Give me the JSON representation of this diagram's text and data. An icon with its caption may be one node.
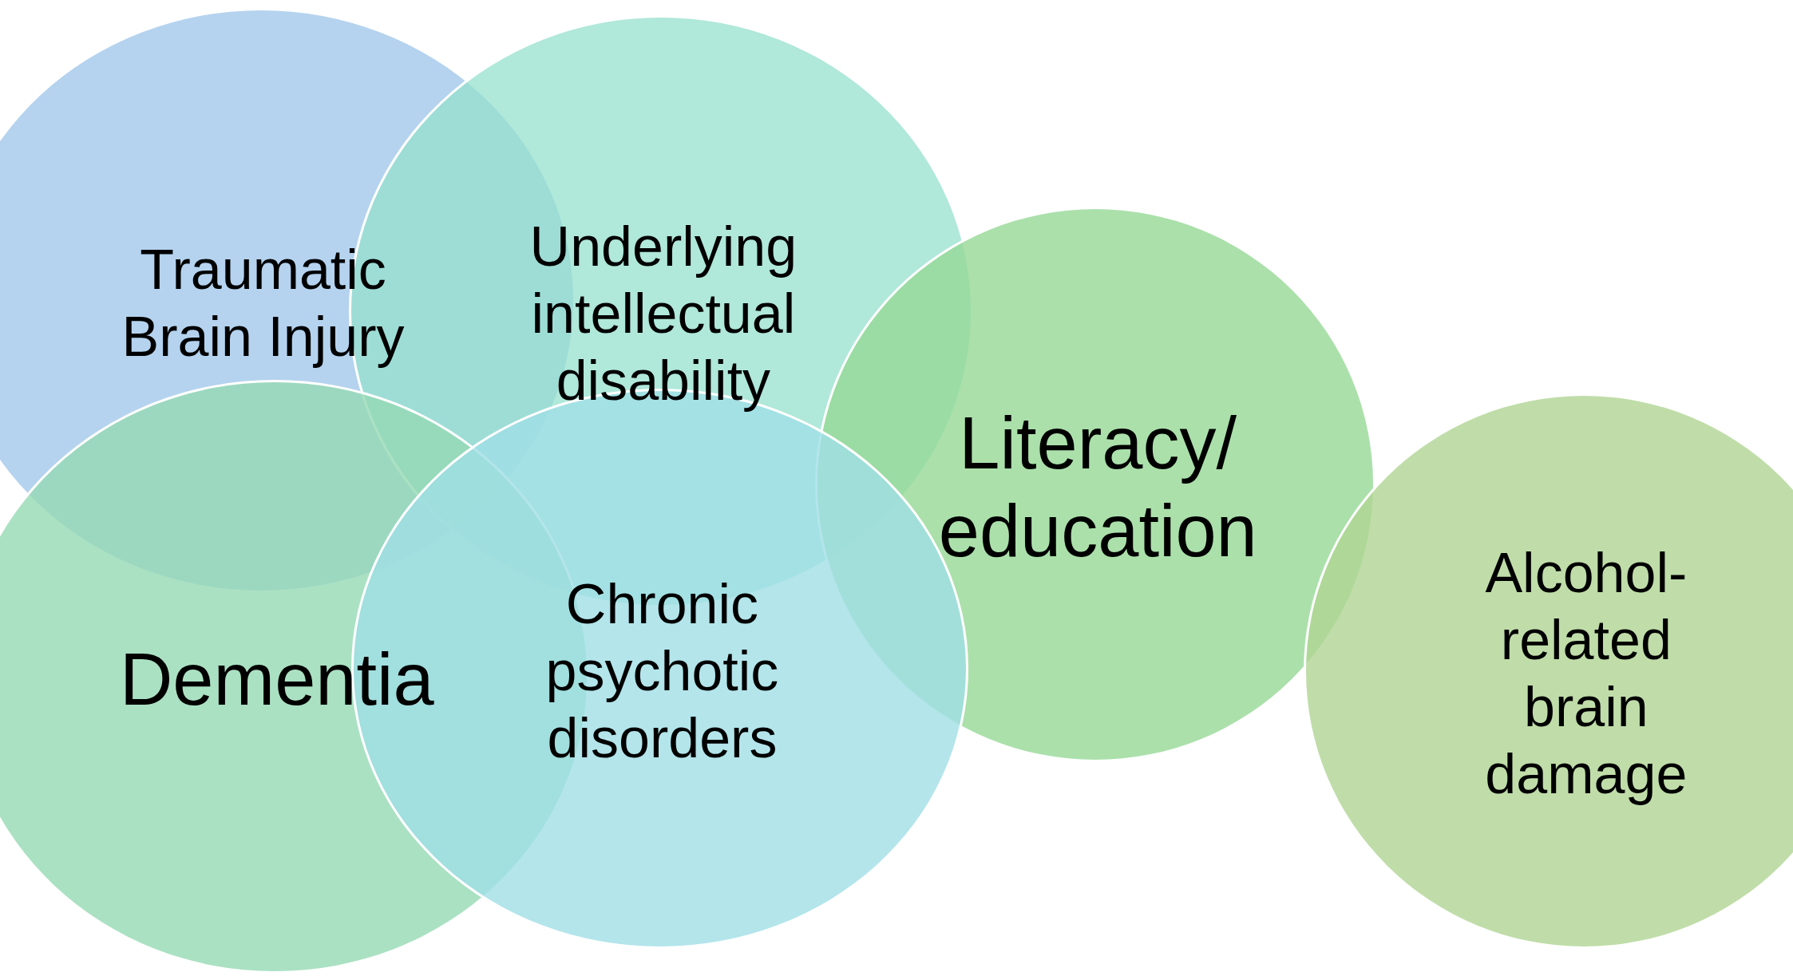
{
  "diagram": {
    "nodes": [
      {
        "text": [
          "Traumatic Brain Injury"
        ]
      },
      {
        "text": [
          "Underlying intellectual disability"
        ]
      },
      {
        "text": [
          "Literacy/ education"
        ]
      },
      {
        "text": [
          "Dementia"
        ]
      },
      {
        "text": [
          "Chronic psychotic disorders"
        ]
      },
      {
        "text": [
          "Alcohol-related brain damage"
        ]
      }
    ]
  }
}
